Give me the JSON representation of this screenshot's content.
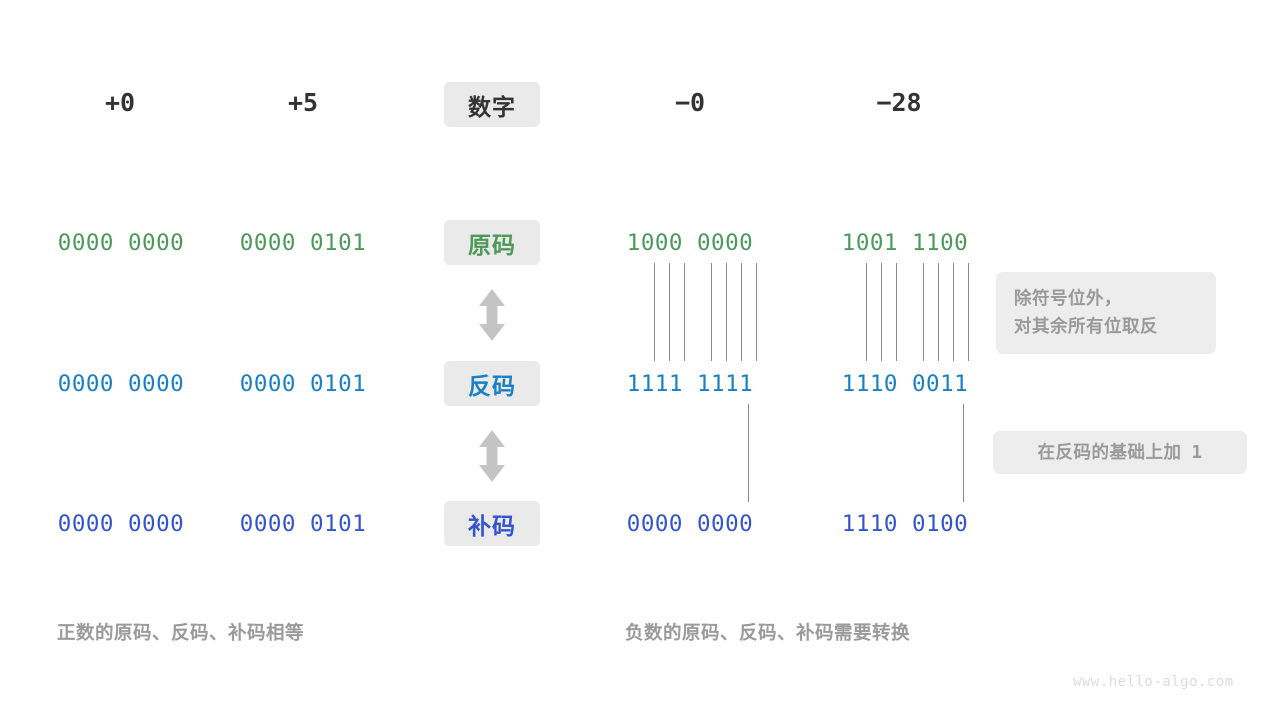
{
  "header": {
    "columns": [
      {
        "label": "+0",
        "name": "header-plus-zero"
      },
      {
        "label": "+5",
        "name": "header-plus-five"
      },
      {
        "label": "数字",
        "name": "header-badge-number"
      },
      {
        "label": "−0",
        "name": "header-minus-zero"
      },
      {
        "label": "−28",
        "name": "header-minus-twentyeight"
      }
    ]
  },
  "row_labels": {
    "sign_magnitude": "原码",
    "ones_complement": "反码",
    "twos_complement": "补码"
  },
  "rows": {
    "sign_magnitude": {
      "plus_zero": "0000 0000",
      "plus_five": "0000 0101",
      "minus_zero": "1000 0000",
      "minus_twentyeight": "1001 1100"
    },
    "ones_complement": {
      "plus_zero": "0000 0000",
      "plus_five": "0000 0101",
      "minus_zero": "1111 1111",
      "minus_twentyeight": "1110 0011"
    },
    "twos_complement": {
      "plus_zero": "0000 0000",
      "plus_five": "0000 0101",
      "minus_zero": "0000 0000",
      "minus_twentyeight": "1110 0100"
    }
  },
  "notes": {
    "invert_line1": "除符号位外，",
    "invert_line2": "对其余所有位取反",
    "add_one_text": "在反码的基础上加",
    "add_one_value": "1"
  },
  "captions": {
    "left": "正数的原码、反码、补码相等",
    "right": "负数的原码、反码、补码需要转换"
  },
  "watermark": "www.hello-algo.com",
  "colors": {
    "sign_magnitude": "#4C9A5A",
    "ones_complement": "#1A80C4",
    "twos_complement": "#3355CC",
    "header_text": "#333333",
    "badge_bg": "#EAEAEA",
    "note_bg": "#EDEDED",
    "note_text": "#9A9A9A",
    "line": "#8A8A8A",
    "arrow": "#C4C4C4",
    "watermark": "#DCDCDC",
    "background": "#FFFFFF"
  }
}
